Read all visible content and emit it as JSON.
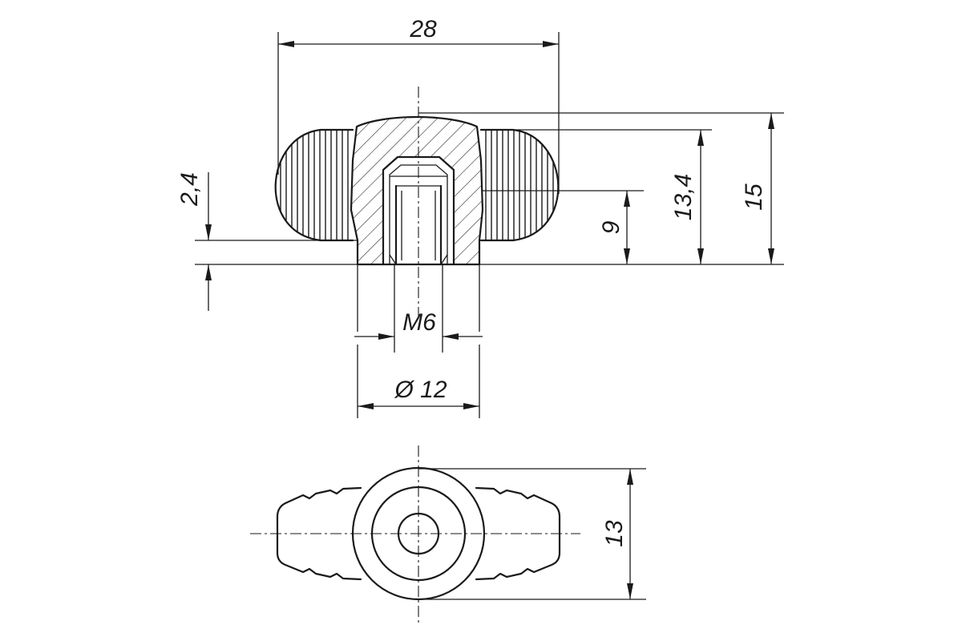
{
  "dimensions": {
    "overall_width": "28",
    "shoulder_height": "2,4",
    "thread_depth": "9",
    "rib_height": "13,4",
    "overall_height": "15",
    "thread": "M6",
    "hub_diameter": "Ø 12",
    "thickness": "13"
  },
  "colors": {
    "line": "#1a1a1a",
    "background": "#ffffff"
  }
}
